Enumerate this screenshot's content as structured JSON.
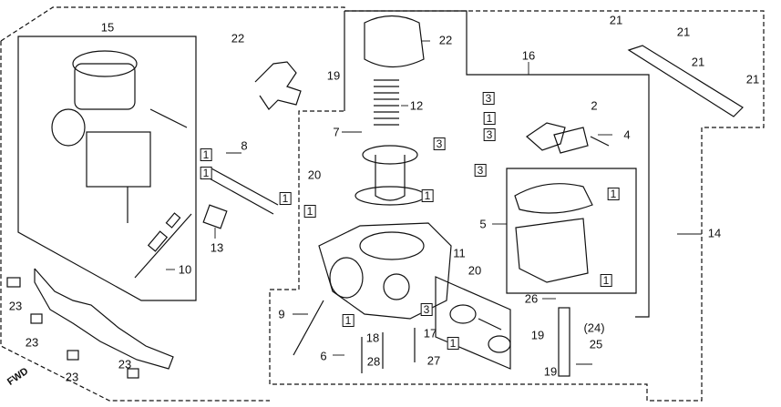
{
  "diagram": {
    "fwd_label": "FWD",
    "labels": [
      {
        "id": "l15",
        "text": "15"
      },
      {
        "id": "l22a",
        "text": "22"
      },
      {
        "id": "l19a",
        "text": "19"
      },
      {
        "id": "l22b",
        "text": "22"
      },
      {
        "id": "l16",
        "text": "16"
      },
      {
        "id": "l21a",
        "text": "21"
      },
      {
        "id": "l21b",
        "text": "21"
      },
      {
        "id": "l21c",
        "text": "21"
      },
      {
        "id": "l21d",
        "text": "21"
      },
      {
        "id": "l12",
        "text": "12"
      },
      {
        "id": "l7",
        "text": "7"
      },
      {
        "id": "l8",
        "text": "8"
      },
      {
        "id": "l2",
        "text": "2"
      },
      {
        "id": "l4",
        "text": "4"
      },
      {
        "id": "l20a",
        "text": "20"
      },
      {
        "id": "l13",
        "text": "13"
      },
      {
        "id": "l10",
        "text": "10"
      },
      {
        "id": "l5",
        "text": "5"
      },
      {
        "id": "l14",
        "text": "14"
      },
      {
        "id": "l11",
        "text": "11"
      },
      {
        "id": "l20b",
        "text": "20"
      },
      {
        "id": "l9",
        "text": "9"
      },
      {
        "id": "l18",
        "text": "18"
      },
      {
        "id": "l17",
        "text": "17"
      },
      {
        "id": "l6",
        "text": "6"
      },
      {
        "id": "l28",
        "text": "28"
      },
      {
        "id": "l27",
        "text": "27"
      },
      {
        "id": "l26",
        "text": "26"
      },
      {
        "id": "l24",
        "text": "(24)"
      },
      {
        "id": "l25",
        "text": "25"
      },
      {
        "id": "l19b",
        "text": "19"
      },
      {
        "id": "l19c",
        "text": "19"
      },
      {
        "id": "l23a",
        "text": "23"
      },
      {
        "id": "l23b",
        "text": "23"
      },
      {
        "id": "l23c",
        "text": "23"
      },
      {
        "id": "l23d",
        "text": "23"
      }
    ],
    "boxed_labels": [
      {
        "id": "b3a",
        "text": "3"
      },
      {
        "id": "b1a",
        "text": "1"
      },
      {
        "id": "b3b",
        "text": "3"
      },
      {
        "id": "b3c",
        "text": "3"
      },
      {
        "id": "b3d",
        "text": "3"
      },
      {
        "id": "b1b",
        "text": "1"
      },
      {
        "id": "b1c",
        "text": "1"
      },
      {
        "id": "b1d",
        "text": "1"
      },
      {
        "id": "b1e",
        "text": "1"
      },
      {
        "id": "b1f",
        "text": "1"
      },
      {
        "id": "b1g",
        "text": "1"
      },
      {
        "id": "b1h",
        "text": "1"
      },
      {
        "id": "b1i",
        "text": "1"
      },
      {
        "id": "b3e",
        "text": "3"
      },
      {
        "id": "b1j",
        "text": "1"
      }
    ]
  }
}
